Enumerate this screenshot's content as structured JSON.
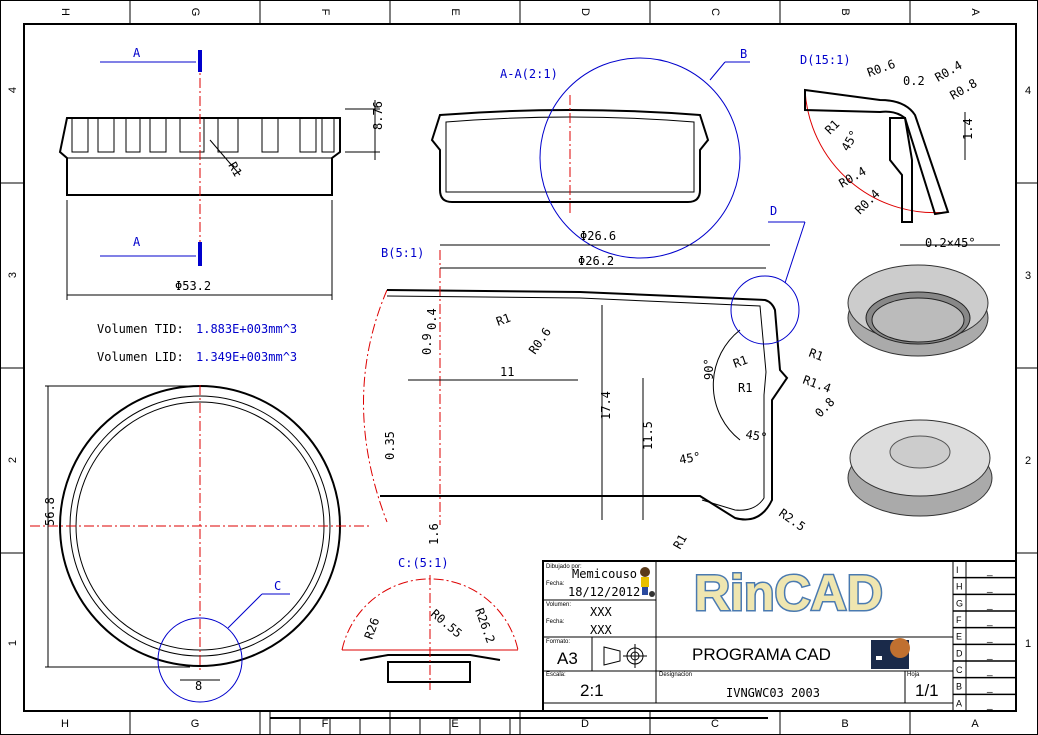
{
  "sheet": {
    "zone_columns": [
      "H",
      "G",
      "F",
      "E",
      "D",
      "C",
      "B",
      "A"
    ],
    "zone_rows": [
      "4",
      "3",
      "2",
      "1"
    ]
  },
  "views": {
    "section_marker": "A",
    "front_dim_height": "8.76",
    "front_dim_radius": "R1",
    "front_dim_diameter": "Φ53.2",
    "section_title": "A-A(2:1)",
    "detail_b_marker": "B",
    "detail_d_marker": "D",
    "detail_c_marker": "C",
    "top_dim_height": "56.8",
    "top_dim_width": "8",
    "volume_tid_label": "Volumen TID:",
    "volume_tid_value": "1.883E+003mm^3",
    "volume_lid_label": "Volumen LID:",
    "volume_lid_value": "1.349E+003mm^3"
  },
  "detail_b": {
    "title": "B(5:1)",
    "dims": [
      "Φ26.6",
      "Φ26.2",
      "0.4",
      "0.9",
      "R1",
      "R0.6",
      "11",
      "17.4",
      "11.5",
      "0.35",
      "1.6",
      "90°",
      "R1",
      "R1",
      "R1",
      "R1.4",
      "0.8",
      "45°",
      "45°",
      "R2.5",
      "R1"
    ]
  },
  "detail_d": {
    "title": "D(15:1)",
    "dims": [
      "R0.6",
      "0.2",
      "R0.4",
      "R0.8",
      "R1",
      "45°",
      "1.4",
      "R0.4",
      "R0.4",
      "0.2×45°"
    ]
  },
  "detail_c": {
    "title": "C:(5:1)",
    "dims": [
      "R26",
      "R0.55",
      "R26.2"
    ]
  },
  "title_block": {
    "drawn_by_label": "Dibujado por:",
    "drawn_by": "Memicouso",
    "date_label": "Fecha:",
    "date": "18/12/2012",
    "volume_label": "Volumen:",
    "volume": "XXX",
    "date2_label": "Fecha:",
    "date2": "XXX",
    "format_label": "Formato:",
    "format": "A3",
    "logo_text": "RinCAD",
    "program": "PROGRAMA CAD",
    "scale_label": "Escala:",
    "scale": "2:1",
    "designation_label": "Designacion",
    "designation": "IVNGWC03 2003",
    "sheet_label": "Hoja",
    "sheet": "1/1",
    "revisions": [
      {
        "letter": "I",
        "value": "_"
      },
      {
        "letter": "H",
        "value": "_"
      },
      {
        "letter": "G",
        "value": "_"
      },
      {
        "letter": "F",
        "value": "_"
      },
      {
        "letter": "E",
        "value": "_"
      },
      {
        "letter": "D",
        "value": "_"
      },
      {
        "letter": "C",
        "value": "_"
      },
      {
        "letter": "B",
        "value": "_"
      },
      {
        "letter": "A",
        "value": "_"
      }
    ]
  }
}
